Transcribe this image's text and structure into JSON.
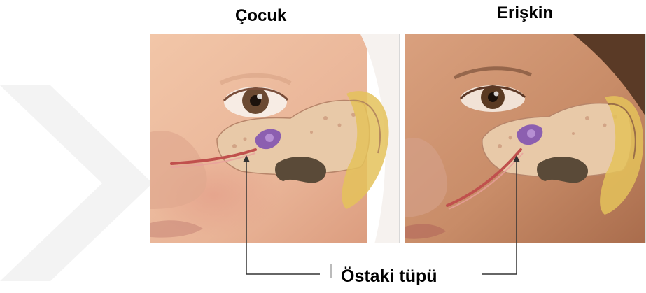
{
  "panels": {
    "child": {
      "label": "Çocuk"
    },
    "adult": {
      "label": "Erişkin"
    }
  },
  "annotation": {
    "label": "Östaki tüpü"
  },
  "colors": {
    "skin_child": "#e9b497",
    "skin_adult": "#c88c68",
    "bone": "#e8c9a8",
    "tube": "#c0504d",
    "ossicles": "#8c5fb0",
    "cochlea": "#5a4a38",
    "ear_canal": "#e4c25a",
    "leader_line": "#333333"
  }
}
